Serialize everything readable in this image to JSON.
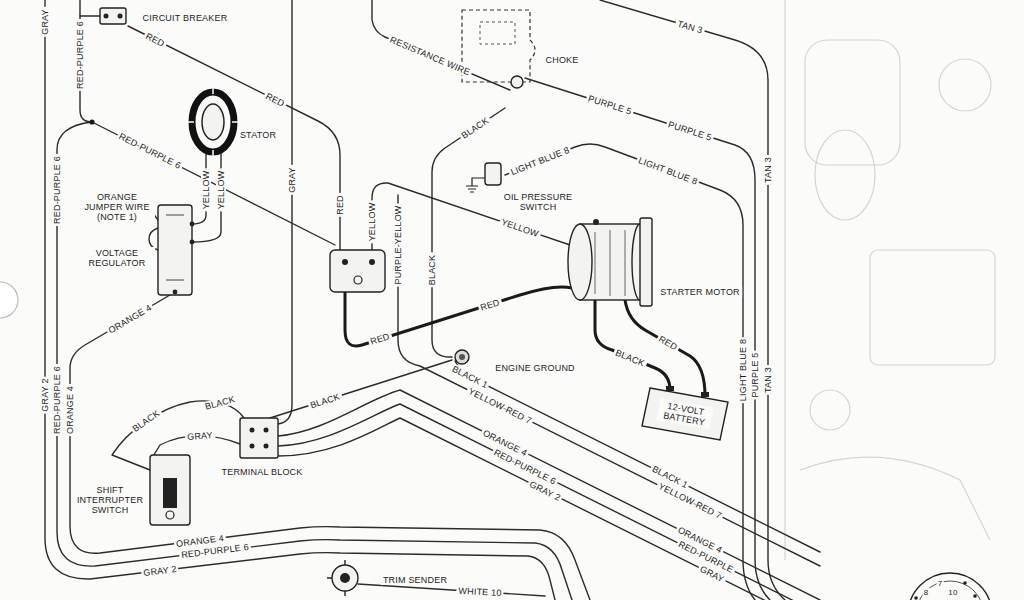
{
  "diagram": {
    "labels": [
      "GRAY",
      "RED-PURPLE 6",
      "CIRCUIT BREAKER",
      "RED",
      "RED",
      "RED-PURPLE 6",
      "STATOR",
      "YELLOW",
      "YELLOW",
      "GRAY",
      "ORANGE JUMPER WIRE (NOTE 1)",
      "VOLTAGE REGULATOR",
      "ORANGE 4",
      "RED-PURPLE 6",
      "GRAY 2",
      "RED-PURPLE 6",
      "ORANGE 4",
      "RED",
      "YELLOW",
      "PURPLE-YELLOW",
      "BLACK",
      "BLACK",
      "RESISTANCE WIRE",
      "CHOKE",
      "PURPLE 5",
      "TAN 3",
      "LIGHT BLUE 8",
      "OIL PRESSURE SWITCH",
      "PURPLE 5",
      "LIGHT BLUE 8",
      "TAN 3",
      "YELLOW",
      "STARTER MOTOR",
      "RED",
      "RED",
      "ENGINE GROUND",
      "BLACK",
      "RED",
      "12-VOLT BATTERY",
      "LIGHT BLUE 8",
      "PURPLE 5",
      "TAN 3",
      "BLACK",
      "BLACK 1",
      "YELLOW-RED 7",
      "ORANGE 4",
      "RED-PURPLE 6",
      "GRAY 2",
      "BLACK",
      "BLACK",
      "GRAY",
      "TERMINAL BLOCK",
      "SHIFT INTERRUPTER SWITCH",
      "BLACK 1",
      "YELLOW-RED 7",
      "ORANGE 4",
      "RED-PURPLE",
      "GRAY",
      "ORANGE 4",
      "RED-PURPLE 6",
      "GRAY 2",
      "TRIM SENDER",
      "WHITE 10",
      "7",
      "8",
      "10"
    ]
  }
}
